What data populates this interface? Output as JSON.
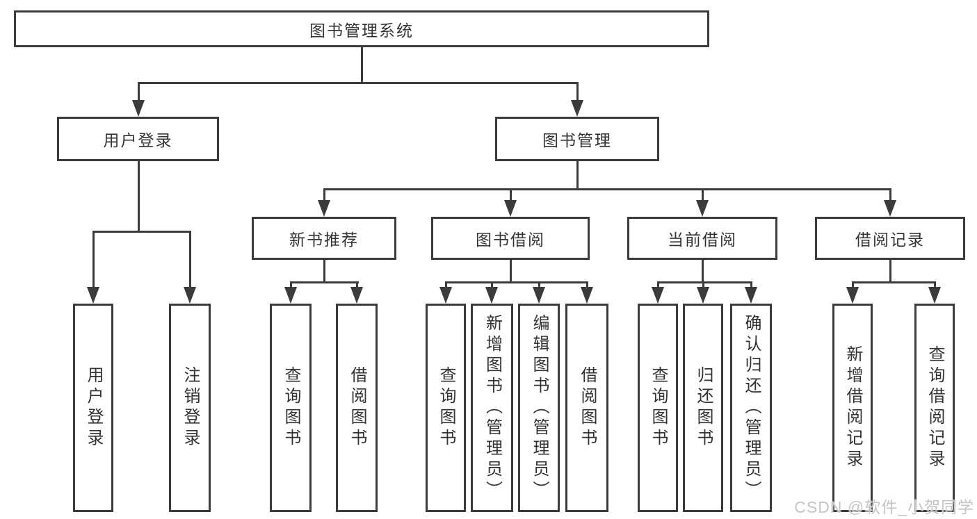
{
  "tree": {
    "label": "图书管理系统",
    "children": [
      {
        "label": "用户登录",
        "children": [
          {
            "label": "用户登录"
          },
          {
            "label": "注销登录"
          }
        ]
      },
      {
        "label": "图书管理",
        "children": [
          {
            "label": "新书推荐",
            "children": [
              {
                "label": "查询图书"
              },
              {
                "label": "借阅图书"
              }
            ]
          },
          {
            "label": "图书借阅",
            "children": [
              {
                "label": "查询图书"
              },
              {
                "label": "新增图书（管理员）"
              },
              {
                "label": "编辑图书（管理员）"
              },
              {
                "label": "借阅图书"
              }
            ]
          },
          {
            "label": "当前借阅",
            "children": [
              {
                "label": "查询图书"
              },
              {
                "label": "归还图书"
              },
              {
                "label": "确认归还（管理员）"
              }
            ]
          },
          {
            "label": "借阅记录",
            "children": [
              {
                "label": "新增借阅记录"
              },
              {
                "label": "查询借阅记录"
              }
            ]
          }
        ]
      }
    ]
  },
  "watermark": "CSDN @软件_小贺同学",
  "colors": {
    "line": "#3b3b3b",
    "text": "#333333",
    "watermark": "#c4c4c4",
    "background": "#ffffff"
  }
}
